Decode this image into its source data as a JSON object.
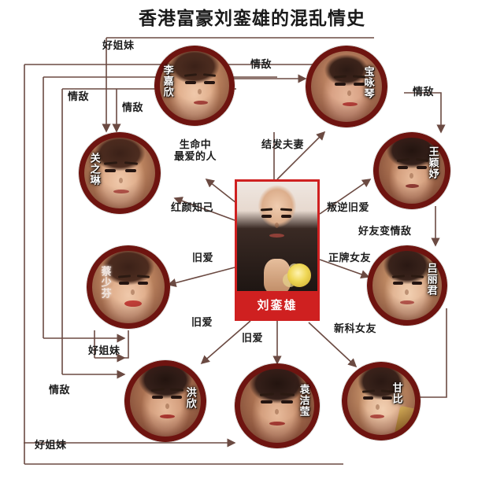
{
  "title": "香港富豪刘銮雄的混乱情史",
  "center": {
    "name": "刘銮雄",
    "photo_alt": "刘銮雄"
  },
  "people": [
    {
      "id": "lijiaxin",
      "name": "李嘉欣"
    },
    {
      "id": "baoyongqin",
      "name": "宝咏琴"
    },
    {
      "id": "wangyingyu",
      "name": "王颖妤"
    },
    {
      "id": "guanzhilin",
      "name": "关之琳"
    },
    {
      "id": "lvlijun",
      "name": "吕丽君"
    },
    {
      "id": "caishaofen",
      "name": "蔡少芬"
    },
    {
      "id": "hongxin",
      "name": "洪欣"
    },
    {
      "id": "yuanjieying",
      "name": "袁洁莹"
    },
    {
      "id": "ganbi",
      "name": "甘比"
    }
  ],
  "edge_labels": {
    "haojiemei_top": "好姐妹",
    "qingdi_left_1": "情敌",
    "qingdi_left_2": "情敌",
    "qingdi_top_mid": "情敌",
    "qingdi_top_right": "情敌",
    "shengmingzhong": "生命中\n最爱的人",
    "jiefafuqi": "结发夫妻",
    "hongyanzhiji": "红颜知己",
    "pannijiuai": "叛逆旧爱",
    "haoyoubianqingdi": "好友变情敌",
    "jiuai_left": "旧爱",
    "zhengpainvyou": "正牌女友",
    "jiuai_mid": "旧爱",
    "xinkenvyou": "新科女友",
    "haojiemei_mid": "好姐妹",
    "qingdi_bottom_left": "情敌",
    "haojiemei_bottom": "好姐妹"
  },
  "colors": {
    "title_text": "#1a1a1a",
    "center_border": "#cf2020",
    "center_name_bg": "#cf2020",
    "ring": "#6e1410",
    "line": "#6b4a42",
    "background": "#ffffff"
  }
}
